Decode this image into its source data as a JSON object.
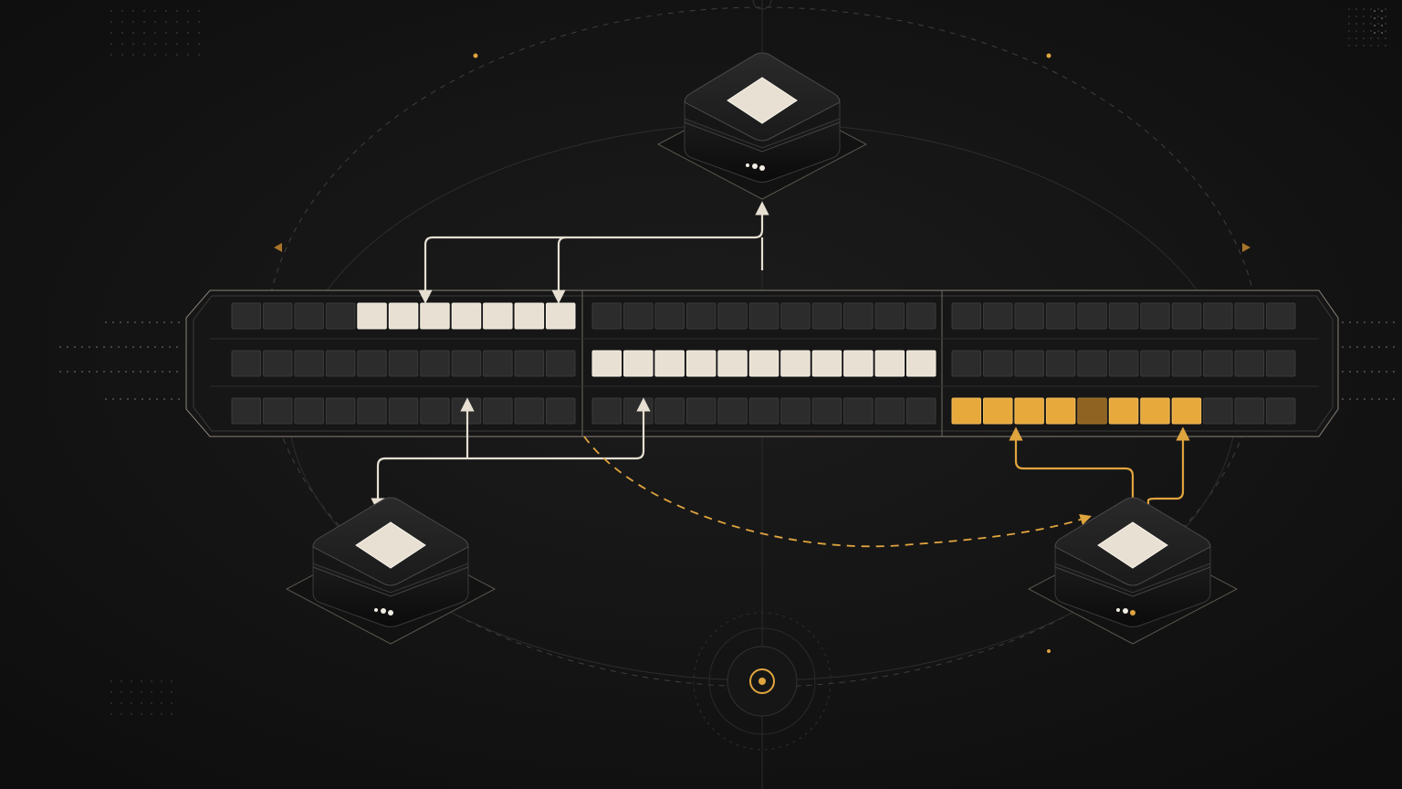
{
  "diagram": {
    "type": "memory-allocation",
    "labels": [],
    "colors": {
      "background": "#141414",
      "panel": "#1a1a1a",
      "cell_empty": "#2c2c2c",
      "cell_empty_stroke": "#3a3a3a",
      "cell_light": "#e8e0d2",
      "cell_gold": "#e7a93c",
      "cell_gold_dim": "#8f6321",
      "accent_gold": "#e0a43f",
      "line_light": "#e6dfd2",
      "guide": "#4a4a4a"
    },
    "memory": {
      "rows": 3,
      "segments": [
        {
          "name": "segment-1",
          "cells": 11
        },
        {
          "name": "segment-2",
          "cells": 11
        },
        {
          "name": "segment-3",
          "cells": 11
        }
      ],
      "highlights": [
        {
          "row": 0,
          "segment": 0,
          "from": 4,
          "to": 10,
          "kind": "light"
        },
        {
          "row": 1,
          "segment": 1,
          "from": 0,
          "to": 10,
          "kind": "light"
        },
        {
          "row": 2,
          "segment": 2,
          "from": 0,
          "to": 3,
          "kind": "gold"
        },
        {
          "row": 2,
          "segment": 2,
          "from": 4,
          "to": 4,
          "kind": "gold_dim"
        },
        {
          "row": 2,
          "segment": 2,
          "from": 5,
          "to": 7,
          "kind": "gold"
        }
      ]
    },
    "nodes": [
      {
        "name": "node-top",
        "status_leds": [
          "white",
          "white",
          "white"
        ]
      },
      {
        "name": "node-bottom-left",
        "status_leds": [
          "white",
          "white",
          "white"
        ]
      },
      {
        "name": "node-bottom-right",
        "status_leds": [
          "white",
          "white",
          "gold"
        ]
      }
    ],
    "connections": [
      {
        "from": "node-top",
        "to": "row-1-segment-1",
        "style": "light",
        "direction": "both"
      },
      {
        "from": "node-bottom-left",
        "to": "row-3-segment-1-2",
        "style": "light",
        "direction": "both"
      },
      {
        "from": "node-bottom-right",
        "to": "row-3-segment-3",
        "style": "gold",
        "direction": "both"
      },
      {
        "from": "row-3-segment-2",
        "to": "node-bottom-right",
        "style": "gold-dashed",
        "direction": "forward"
      }
    ]
  }
}
